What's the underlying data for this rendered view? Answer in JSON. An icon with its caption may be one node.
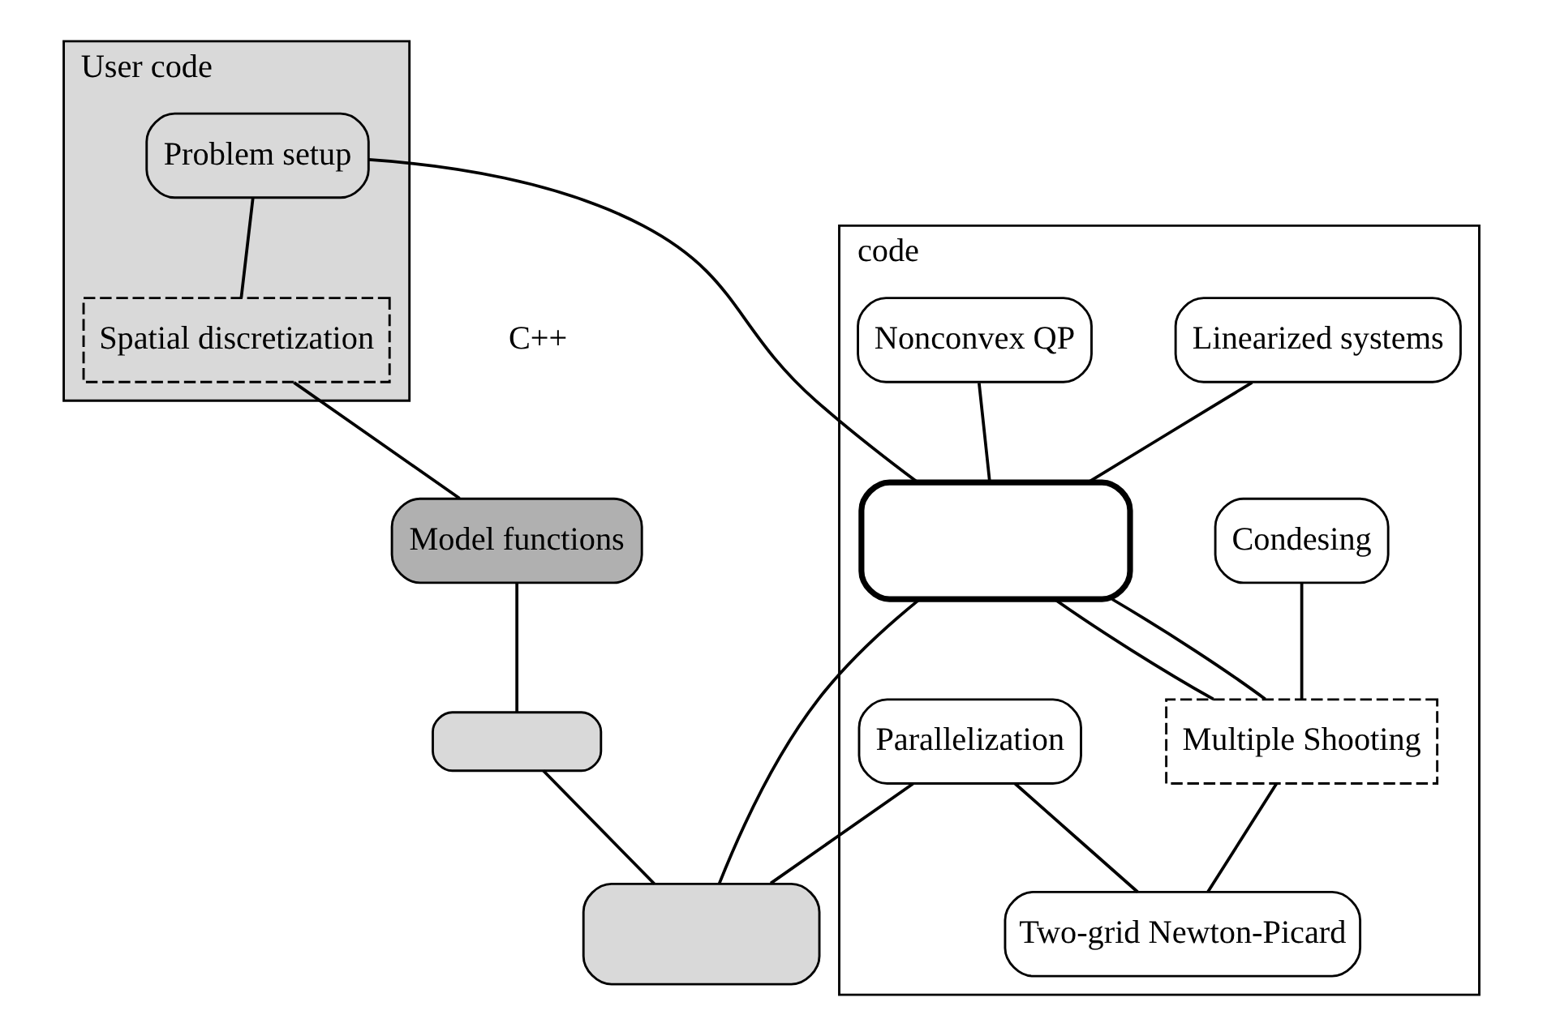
{
  "diagram": {
    "nodes": [
      {
        "text": [
          "User code"
        ]
      },
      {
        "text": [
          "Problem setup"
        ],
        "in": 0
      },
      {
        "text": [
          "Spatial discretization"
        ],
        "in": 0
      },
      {
        "text": [
          "Model functions"
        ]
      },
      {
        "text": [
          "code"
        ]
      },
      {
        "text": [
          "Linearized systems"
        ],
        "in": 4
      },
      {
        "text": [
          "Nonconvex QP"
        ],
        "in": 4
      },
      {
        "text": [],
        "shape": "box",
        "in": 4
      },
      {
        "text": [
          "Parallelization"
        ],
        "in": 4
      },
      {
        "text": [
          "Multiple Shooting"
        ],
        "in": 4
      },
      {
        "text": [
          "Condesing"
        ],
        "in": 4
      },
      {
        "text": [
          "Two-grid Newton-Picard"
        ],
        "in": 4
      },
      {
        "text": [],
        "shape": "box"
      },
      {
        "text": [],
        "shape": "box"
      }
    ],
    "edges": [
      {
        "from": 1,
        "to": 2,
        "arrow": "none"
      },
      {
        "from": 2,
        "to": 3,
        "arrow": "none"
      },
      {
        "from": 1,
        "to": 7,
        "arrow": "none"
      },
      {
        "from": 3,
        "to": 12,
        "arrow": "none"
      },
      {
        "from": 12,
        "to": 13,
        "arrow": "none"
      },
      {
        "from": 7,
        "to": 13,
        "arrow": "none"
      },
      {
        "from": 5,
        "to": 7,
        "arrow": "none"
      },
      {
        "from": 6,
        "to": 7,
        "arrow": "none"
      },
      {
        "from": 8,
        "to": 13,
        "arrow": "none"
      },
      {
        "from": 8,
        "to": 11,
        "arrow": "none"
      },
      {
        "from": 7,
        "to": 9,
        "arrow": "none"
      },
      {
        "from": 7,
        "to": 9,
        "arrow": "none"
      },
      {
        "from": 9,
        "to": 11,
        "arrow": "none"
      },
      {
        "from": 10,
        "to": 9,
        "arrow": "none"
      }
    ],
    "labels": [
      "C++"
    ]
  }
}
